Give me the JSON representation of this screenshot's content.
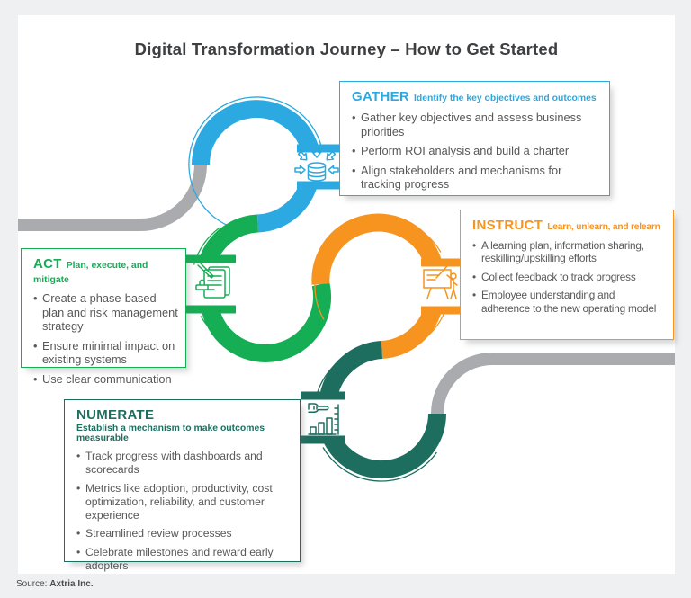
{
  "page": {
    "title": "Digital Transformation Journey – How to Get Started",
    "source_label": "Source:",
    "source_value": "Axtria Inc."
  },
  "colors": {
    "gather": "#2ba9e0",
    "act": "#15ae55",
    "instruct": "#f6941f",
    "numerate": "#1e6e60",
    "path_gray": "#a9abae",
    "title_text": "#3e3f41",
    "body_text": "#57585a",
    "card_bg": "#ffffff",
    "page_bg": "#eff0f2"
  },
  "stages": [
    {
      "name": "GATHER",
      "tagline": "Identify the key objectives and outcomes",
      "icon": "database-gather-icon",
      "bullets": [
        "Gather key objectives and assess business priorities",
        "Perform ROI analysis and build a charter",
        "Align stakeholders and mechanisms for tracking progress"
      ]
    },
    {
      "name": "ACT",
      "tagline": "Plan, execute, and mitigate",
      "icon": "document-stamp-icon",
      "bullets": [
        "Create a phase-based plan and risk management strategy",
        "Ensure minimal impact on existing systems",
        "Use clear communication"
      ]
    },
    {
      "name": "INSTRUCT",
      "tagline": "Learn, unlearn, and relearn",
      "icon": "presentation-trainer-icon",
      "bullets": [
        "A learning plan, information sharing, reskilling/upskilling efforts",
        "Collect feedback to track progress",
        "Employee understanding and adherence to the new operating model"
      ]
    },
    {
      "name": "NUMERATE",
      "tagline": "Establish a mechanism to make outcomes measurable",
      "icon": "metrics-chart-icon",
      "bullets": [
        "Track progress with dashboards and scorecards",
        "Metrics like adoption, productivity, cost optimization, reliability, and customer experience",
        "Streamlined review processes",
        "Celebrate milestones and reward early adopters"
      ]
    }
  ]
}
